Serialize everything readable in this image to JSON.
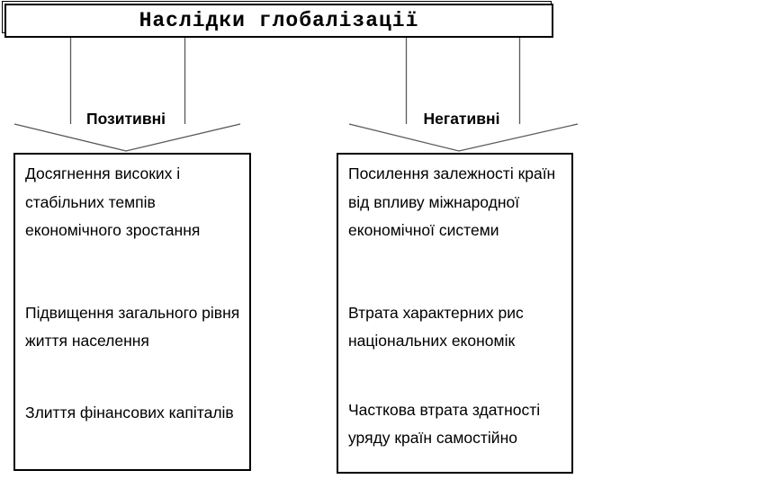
{
  "title": "Наслідки глобалізації",
  "branches": {
    "positive": {
      "label": "Позитивні",
      "items": [
        "Досягнення високих і стабільних темпів економічного зростання",
        "Підвищення загального рівня життя населення",
        "Злиття фінансових капіталів"
      ]
    },
    "negative": {
      "label": "Негативні",
      "items": [
        "Посилення залежності країн від впливу міжнародної економічної системи",
        "Втрата характерних рис національних економік",
        "Часткова втрата здатності уряду країн самостійно"
      ]
    }
  },
  "colors": {
    "background": "#ffffff",
    "box_border": "#000000",
    "connector_line": "#595959",
    "text": "#000000"
  }
}
